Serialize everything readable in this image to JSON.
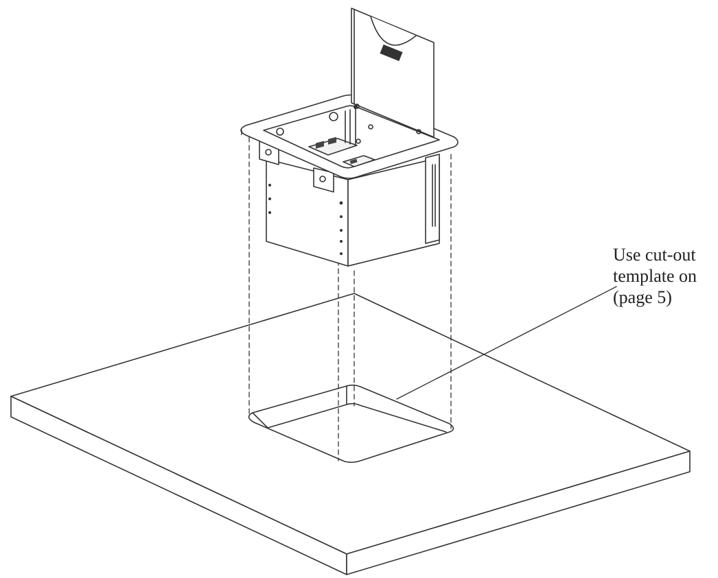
{
  "callout": {
    "lines": [
      "Use cut-out",
      "template on",
      "(page 5)"
    ]
  },
  "colors": {
    "line": "#333333",
    "background": "#ffffff",
    "cutout_face": "#fafafa"
  }
}
